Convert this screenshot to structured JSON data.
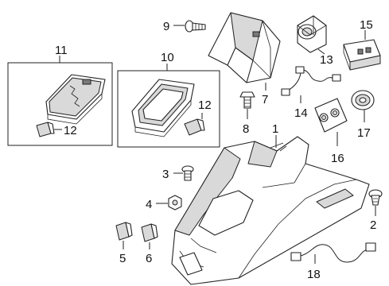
{
  "callouts": {
    "c1": "1",
    "c2": "2",
    "c3": "3",
    "c4": "4",
    "c5": "5",
    "c6": "6",
    "c7": "7",
    "c8": "8",
    "c9": "9",
    "c10": "10",
    "c11": "11",
    "c12a": "12",
    "c12b": "12",
    "c13": "13",
    "c14": "14",
    "c15": "15",
    "c16": "16",
    "c17": "17",
    "c18": "18"
  },
  "colors": {
    "line": "#222222",
    "shade": "#d9d9d9",
    "background": "#ffffff"
  }
}
